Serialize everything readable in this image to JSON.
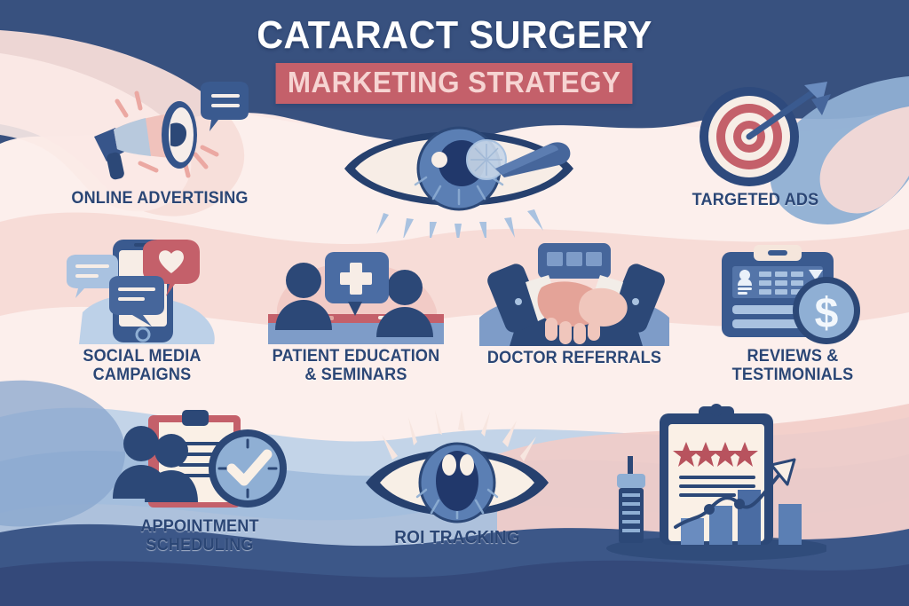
{
  "header": {
    "title": "CATARACT SURGERY",
    "subtitle": "MARKETING STRATEGY",
    "title_color": "#FFFFFF",
    "subtitle_color": "#F6D4D2",
    "subtitle_band_color": "#C4606A",
    "band_color": "#38517F"
  },
  "palette": {
    "navy_dark": "#2B4675",
    "navy": "#38517F",
    "blue_mid": "#5B7FB4",
    "blue_light": "#A9C2E0",
    "pink_pale": "#FBE4E2",
    "pink": "#F3C9C6",
    "rose": "#C4606A",
    "cream": "#FAF0E6",
    "skin": "#EFB9AE",
    "text": "#2B4675"
  },
  "items": [
    {
      "id": "online-advertising",
      "label": "ONLINE ADVERTISING",
      "icon": "megaphone-icon",
      "row": 1
    },
    {
      "id": "cataract-eye",
      "label": "",
      "icon": "eye-surgery-icon",
      "row": 1
    },
    {
      "id": "targeted-ads",
      "label": "TARGETED ADS",
      "icon": "target-arrow-icon",
      "row": 1
    },
    {
      "id": "social-media-campaigns",
      "label": "SOCIAL MEDIA\nCAMPAIGNS",
      "icon": "phone-chat-icon",
      "row": 2
    },
    {
      "id": "patient-education",
      "label": "PATIENT EDUCATION\n& SEMINARS",
      "icon": "consultation-icon",
      "row": 2
    },
    {
      "id": "doctor-referrals",
      "label": "DOCTOR REFERRALS",
      "icon": "handshake-icon",
      "row": 2
    },
    {
      "id": "reviews-testimonials",
      "label": "REVIEWS &\nTESTIMONIALS",
      "icon": "review-card-dollar-icon",
      "row": 2
    },
    {
      "id": "appointment-scheduling",
      "label": "APPOINTMENT\nSCHEDULING",
      "icon": "calendar-clock-people-icon",
      "row": 3
    },
    {
      "id": "roi-tracking",
      "label": "ROI TRACKING",
      "icon": "eye-radiant-icon",
      "row": 3
    },
    {
      "id": "roi-chart",
      "label": "",
      "icon": "clipboard-chart-stars-icon",
      "row": 3
    }
  ],
  "roi_chart_icon": {
    "stars": 4,
    "bars": [
      38,
      62,
      88,
      55
    ],
    "trend": "rising"
  }
}
